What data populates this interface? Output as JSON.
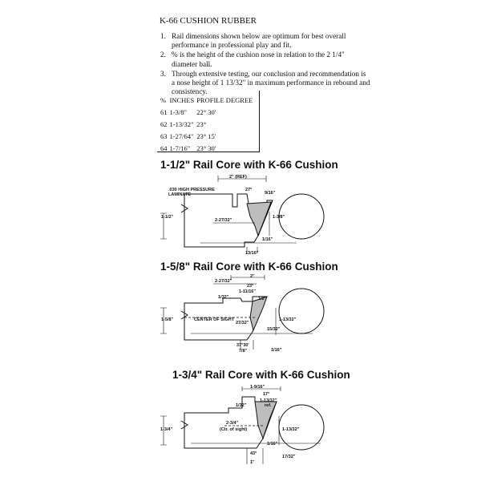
{
  "document": {
    "title": "K-66 CUSHION RUBBER",
    "notes": [
      {
        "num": "1.",
        "text": "Rail dimensions shown below are optimum for best overall performance in professional play and fit."
      },
      {
        "num": "2.",
        "text": "% is the height of the cushion nose in relation to the 2 1/4\" diameter ball."
      },
      {
        "num": "3.",
        "text": "Through extensive testing, our conclusion and recommendation is a nose height of 1 13/32\" in maximum performance in rebound and consistency."
      }
    ],
    "table": {
      "headers": [
        "%",
        "INCHES",
        "PROFILE DEGREE"
      ],
      "rows": [
        [
          "61",
          "1-3/8\"",
          "22° 30'"
        ],
        [
          "62",
          "1-13/32\"",
          "23°"
        ],
        [
          "63",
          "1-27/64\"",
          "23° 15'"
        ],
        [
          "64",
          "1-7/16\"",
          "23° 30'"
        ]
      ]
    }
  },
  "diagrams": [
    {
      "title": "1-1/2\" Rail Core with K-66 Cushion",
      "labels": {
        "ref": "2\" (REF)",
        "laminate_1": ".030 HIGH PRESSURE",
        "laminate_2": "LAMINATE",
        "angle": "27°",
        "top_small": "9/16\"",
        "height": "1-1/2\"",
        "length": "2-27/32\"",
        "nose": "1-3/8\"",
        "gap": "1/16\"",
        "bottom": "13/16\""
      }
    },
    {
      "title": "1-5/8\" Rail Core with K-66 Cushion",
      "labels": {
        "top": "2\"",
        "length": "2-27/32\"",
        "angle": "23°",
        "w1": "1-11/16\"",
        "half": "1/2\"",
        "small": "1/32\"",
        "height": "1-5/8\"",
        "sight": "CENTER OF SIGHT",
        "depth": "27/32\"",
        "nose": "1-13/32\"",
        "s15": "15/32\"",
        "deg": "37°30'",
        "bottom": "7/8\"",
        "gap": "1/16\""
      }
    },
    {
      "title": "1-3/4\" Rail Core with K-66 Cushion",
      "labels": {
        "top": "1-9/16\"",
        "angle": "17°",
        "w1": "1-13/32\"",
        "ref": "ref.",
        "left": "1/32\"",
        "height": "1-3/4\"",
        "length": "2-3/4\"",
        "sight": "(Ctr. of sight)",
        "nose": "1-13/32\"",
        "gap": "1/16\"",
        "deg": "43°",
        "bottom": "1\"",
        "s17": "17/32\""
      }
    }
  ]
}
